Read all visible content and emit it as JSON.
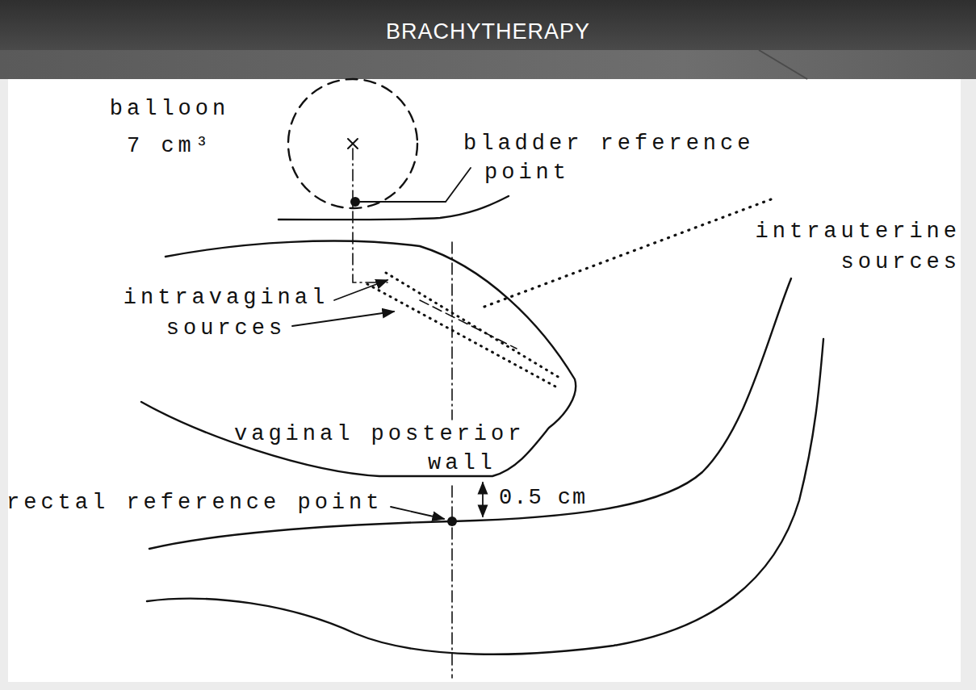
{
  "diagram": {
    "title": "BRACHYTHERAPY",
    "labels": [
      "balloon 7 cm³",
      "bladder reference point",
      "intrauterine sources",
      "intravaginal sources",
      "vaginal posterior wall",
      "rectal reference point",
      "0.5 cm"
    ]
  }
}
